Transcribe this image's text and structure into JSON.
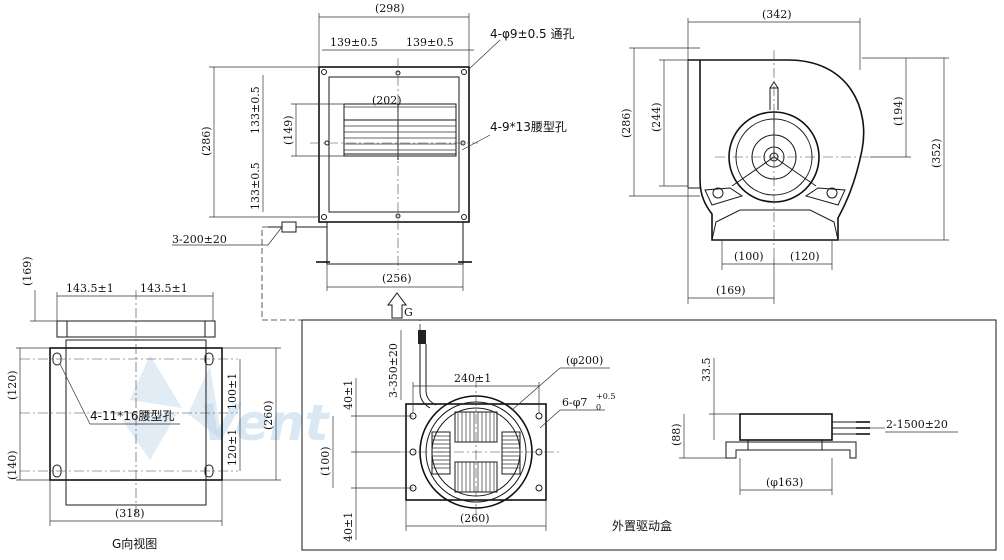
{
  "front_view": {
    "overall_width": "(298)",
    "half_left": "139±0.5",
    "half_right": "139±0.5",
    "mount_holes": "4-φ9±0.5 通孔",
    "slot_holes": "4-9*13腰型孔",
    "outlet_width": "(202)",
    "height_total": "(286)",
    "height_upper": "133±0.5",
    "height_lower": "133±0.5",
    "outlet_height": "(149)",
    "base_width": "(256)",
    "cable": "3-200±20",
    "view_arrow": "G"
  },
  "side_view": {
    "overall_width": "(342)",
    "height_286": "(286)",
    "height_244": "(244)",
    "height_194": "(194)",
    "height_352": "(352)",
    "foot_left": "(100)",
    "foot_right": "(120)",
    "offset": "(169)"
  },
  "g_view": {
    "top_offset": "(169)",
    "half_left": "143.5±1",
    "half_right": "143.5±1",
    "v120": "(120)",
    "v140": "(140)",
    "hole_upper": "100±1",
    "hole_lower": "120±1",
    "height_260": "(260)",
    "slot_holes": "4-11*16腰型孔",
    "width_318": "(318)",
    "caption": "G向视图",
    "watermark": "Vent"
  },
  "drive_box": {
    "cable": "3-350±20",
    "hole_spacing": "240±1",
    "diameter": "(φ200)",
    "mount_holes": "6-φ7",
    "tol_upper": "+0.5",
    "tol_lower": "0",
    "v40_top": "40±1",
    "v100": "(100)",
    "v40_bottom": "40±1",
    "width_260": "(260)",
    "caption": "外置驱动盒",
    "side_height": "33.5",
    "side_88": "(88)",
    "side_cable": "2-1500±20",
    "side_width": "(φ163)"
  }
}
